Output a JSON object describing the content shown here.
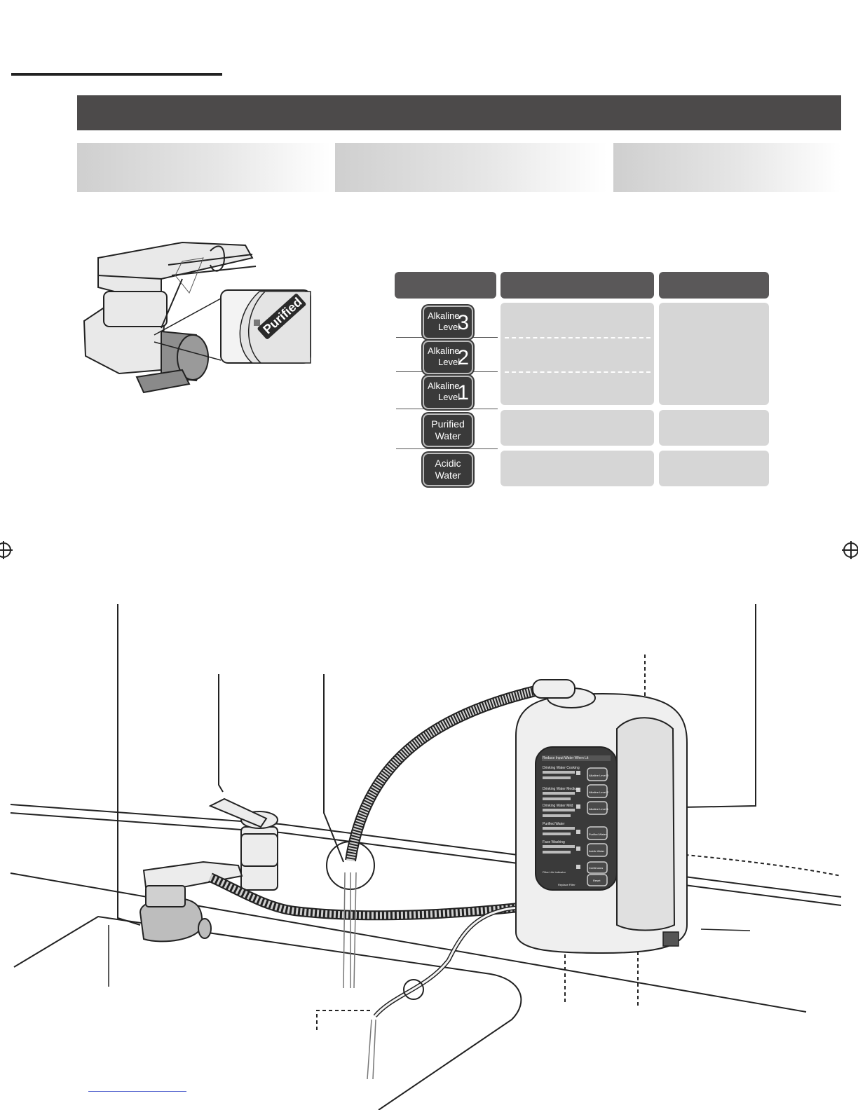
{
  "dial_label": "Purified",
  "mode_buttons": [
    {
      "id": "alkaline-3",
      "line1": "Alkaline",
      "line2": "Level",
      "number": "3"
    },
    {
      "id": "alkaline-2",
      "line1": "Alkaline",
      "line2": "Level",
      "number": "2"
    },
    {
      "id": "alkaline-1",
      "line1": "Alkaline",
      "line2": "Level",
      "number": "1"
    },
    {
      "id": "purified",
      "line1": "Purified",
      "line2": "Water",
      "number": ""
    },
    {
      "id": "acidic",
      "line1": "Acidic",
      "line2": "Water",
      "number": ""
    }
  ],
  "panel": {
    "header_text": "Reduce Input Water When Lit",
    "mode_texts": [
      "Drinking Water Cooking",
      "Drinking Water Medium",
      "Drinking Water Mild",
      "Purified Water",
      "Face Washing"
    ],
    "buttons": [
      "Alkaline Level 3",
      "Alkaline Level 2",
      "Alkaline Level 1",
      "Purified Water",
      "Acidic Water",
      "Continuous",
      "Reset"
    ],
    "filter_text": "Filter Life Indicator",
    "replace_text": "Replace Filter"
  },
  "colors": {
    "title_bar": "#4c4a4a",
    "column_header": "#5a5859",
    "cell": "#d6d6d6",
    "button": "#3a3a3a"
  }
}
